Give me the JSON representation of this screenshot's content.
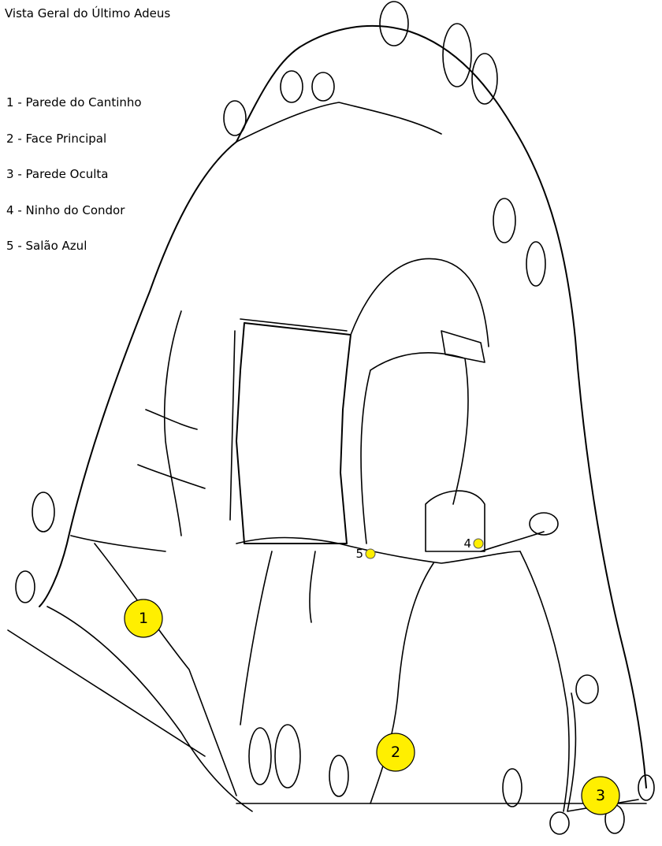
{
  "title": "Vista Geral do Último Adeus",
  "legend": [
    {
      "number": "1",
      "separator": "-",
      "label": "Parede do Cantinho"
    },
    {
      "number": "2",
      "separator": "-",
      "label": "Face Principal"
    },
    {
      "number": "3",
      "separator": "-",
      "label": "Parede Oculta"
    },
    {
      "number": "4",
      "separator": "-",
      "label": "Ninho do Condor"
    },
    {
      "number": "5",
      "separator": "-",
      "label": "Salão Azul"
    }
  ],
  "markers": {
    "wall_1": "1",
    "wall_2": "2",
    "wall_3": "3",
    "spot_4": "4",
    "spot_5": "5"
  },
  "colors": {
    "marker_fill": "#ffef00",
    "line": "#000000",
    "background": "#ffffff"
  }
}
